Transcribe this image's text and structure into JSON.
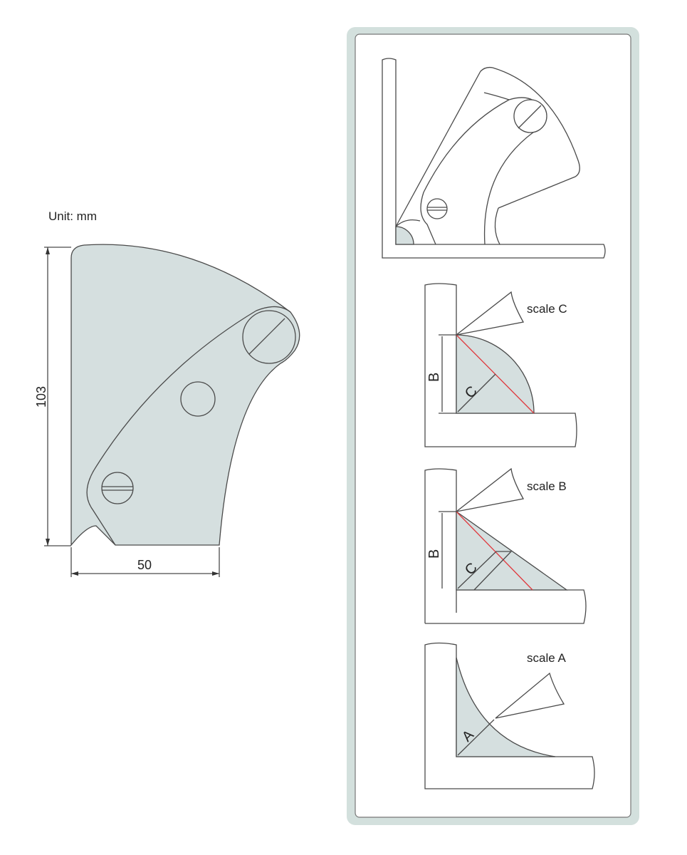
{
  "unit_label": "Unit: mm",
  "dimensions": {
    "height": "103",
    "width": "50"
  },
  "panels": [
    {
      "scale_label": "scale C",
      "dim_labels": [
        "B",
        "C"
      ]
    },
    {
      "scale_label": "scale B",
      "dim_labels": [
        "B",
        "C"
      ]
    },
    {
      "scale_label": "scale A",
      "dim_labels": [
        "A"
      ]
    }
  ],
  "colors": {
    "fill": "#d5dfdf",
    "panel_border": "#d3e0dd",
    "highlight_line": "#e0393e"
  }
}
